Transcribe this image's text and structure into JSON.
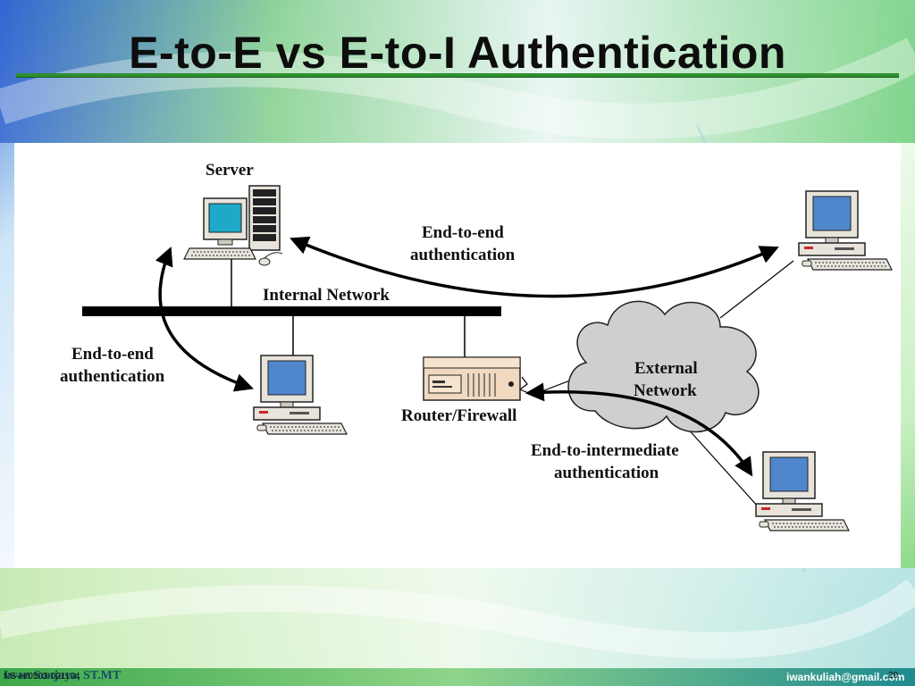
{
  "slide": {
    "title": "E-to-E vs E-to-I Authentication",
    "colors": {
      "title_rule": "#2f8f2f",
      "background_green": "#6fcf6f",
      "background_blue": "#3a7fd8"
    }
  },
  "diagram": {
    "labels": {
      "server": "Server",
      "internal_network": "Internal Network",
      "e2e_top_line1": "End-to-end",
      "e2e_top_line2": "authentication",
      "e2e_left_line1": "End-to-end",
      "e2e_left_line2": "authentication",
      "router_firewall": "Router/Firewall",
      "external_network_line1": "External",
      "external_network_line2": "Network",
      "e2i_line1": "End-to-intermediate",
      "e2i_line2": "authentication"
    },
    "icons": [
      "server-tower-icon",
      "desktop-computer-icon",
      "router-icon",
      "cloud-icon",
      "bidirectional-arrow-icon"
    ]
  },
  "footer": {
    "code": "NS-H/0503-021104",
    "author": "Iwan Sonjaya, ST.MT",
    "email": "iwankuliah@gmail.com",
    "page_number": "20"
  }
}
